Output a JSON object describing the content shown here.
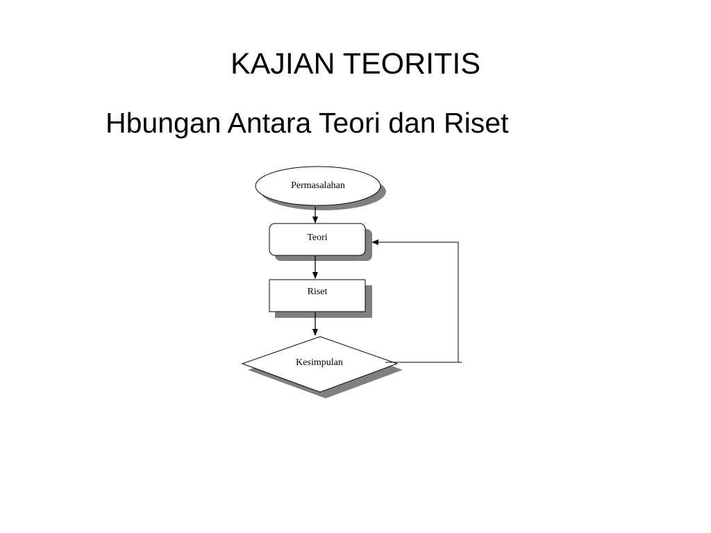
{
  "slide": {
    "title": "KAJIAN TEORITIS",
    "subtitle": "Hbungan Antara Teori dan Riset"
  },
  "diagram": {
    "nodes": [
      {
        "id": "permasalahan",
        "shape": "ellipse",
        "label": "Permasalahan"
      },
      {
        "id": "teori",
        "shape": "rounded-rectangle",
        "label": "Teori"
      },
      {
        "id": "riset",
        "shape": "rectangle",
        "label": "Riset"
      },
      {
        "id": "kesimpulan",
        "shape": "diamond",
        "label": "Kesimpulan"
      }
    ],
    "edges": [
      {
        "from": "permasalahan",
        "to": "teori"
      },
      {
        "from": "teori",
        "to": "riset"
      },
      {
        "from": "riset",
        "to": "kesimpulan"
      },
      {
        "from": "kesimpulan",
        "to": "teori",
        "style": "feedback-loop"
      }
    ],
    "colors": {
      "shadow": "#808080",
      "stroke": "#000000",
      "fill": "#ffffff"
    }
  }
}
